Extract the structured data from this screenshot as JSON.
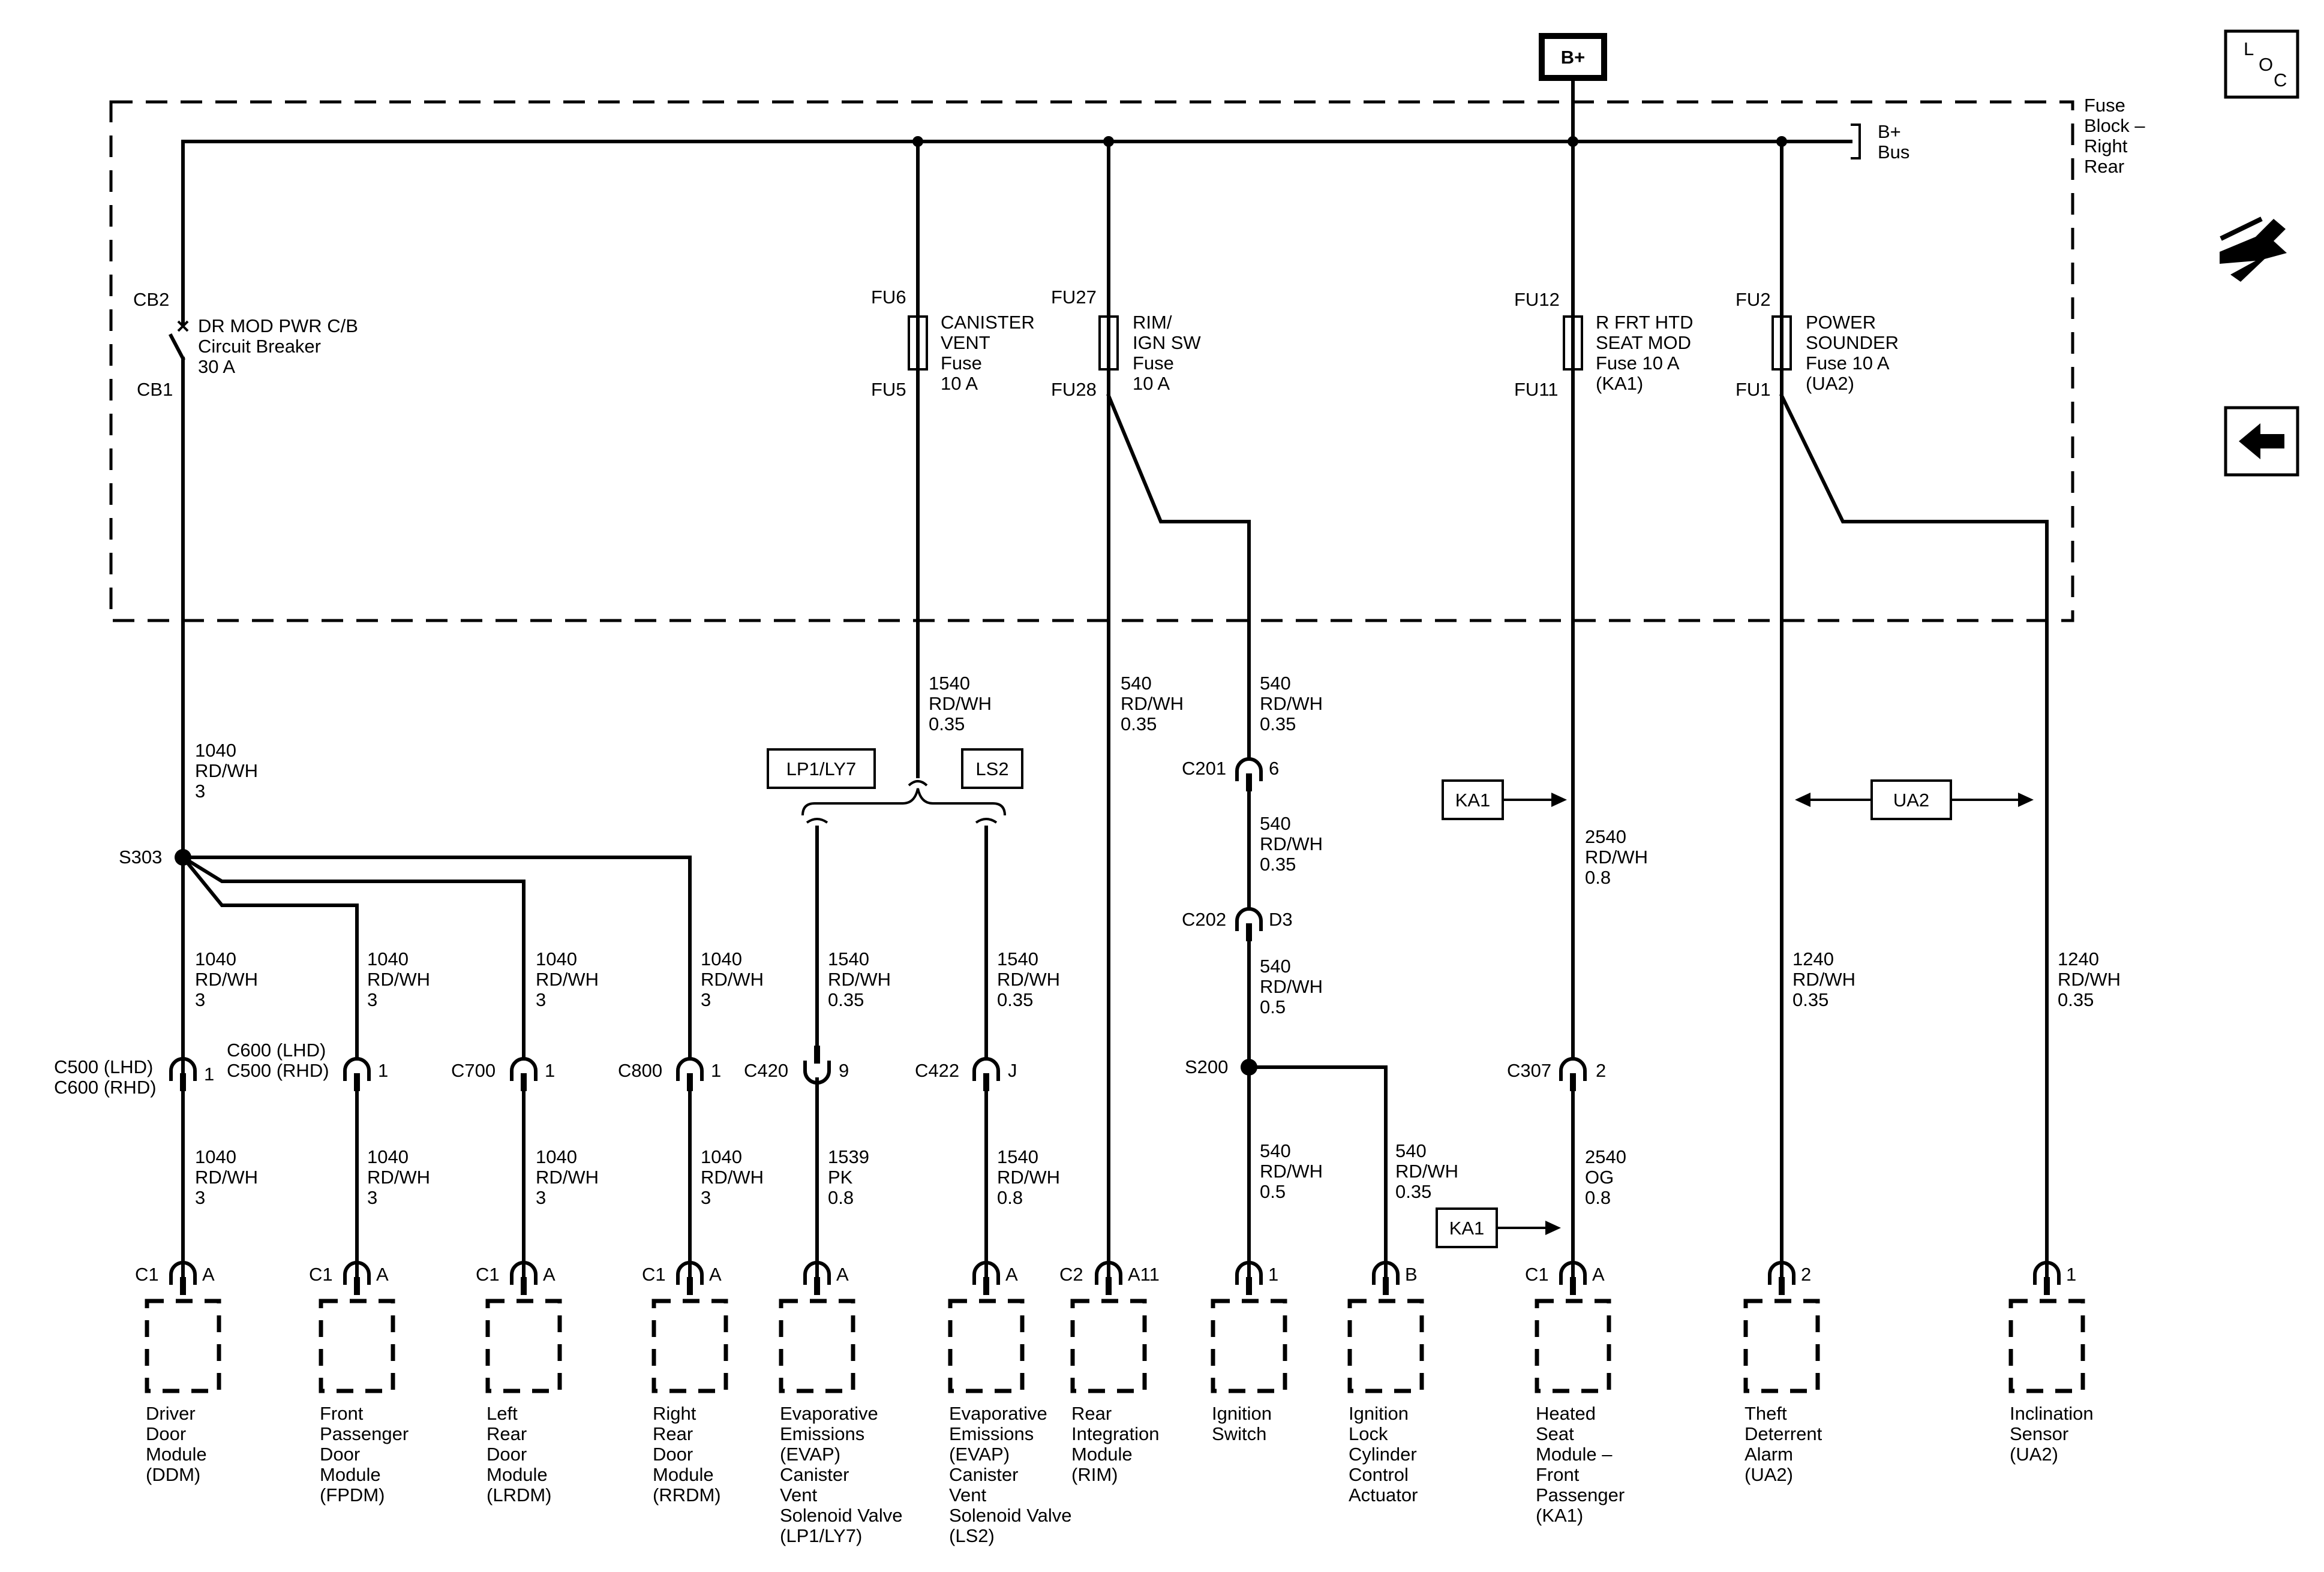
{
  "supply": {
    "label": "B+"
  },
  "fuse_block": {
    "name": [
      "Fuse",
      "Block –",
      "Right",
      "Rear"
    ],
    "bus": [
      "B+",
      "Bus"
    ]
  },
  "nav": {
    "loc": [
      "L",
      "O",
      "C"
    ]
  },
  "circuit_breaker": {
    "pin_top": "CB2",
    "pin_bottom": "CB1",
    "label": [
      "DR MOD PWR C/B",
      "Circuit Breaker",
      "30 A"
    ]
  },
  "fuses": [
    {
      "pin_top": "FU6",
      "pin_bottom": "FU5",
      "label": [
        "CANISTER",
        "VENT",
        "Fuse",
        "10 A"
      ]
    },
    {
      "pin_top": "FU27",
      "pin_bottom": "FU28",
      "label": [
        "RIM/",
        "IGN SW",
        "Fuse",
        "10 A"
      ]
    },
    {
      "pin_top": "FU12",
      "pin_bottom": "FU11",
      "label": [
        "R FRT HTD",
        "SEAT MOD",
        "Fuse 10 A",
        "(KA1)"
      ]
    },
    {
      "pin_top": "FU2",
      "pin_bottom": "FU1",
      "label": [
        "POWER",
        "SOUNDER",
        "Fuse 10 A",
        "(UA2)"
      ]
    }
  ],
  "options": {
    "lp1": "LP1/LY7",
    "ls2": "LS2",
    "ka1": "KA1",
    "ka1b": "KA1",
    "ua2": "UA2"
  },
  "splices": {
    "s303": "S303",
    "s200": "S200"
  },
  "wires": {
    "main": [
      "1040",
      "RD/WH",
      "3"
    ],
    "d1": [
      "1040",
      "RD/WH",
      "3"
    ],
    "d2": [
      "1040",
      "RD/WH",
      "3"
    ],
    "d3": [
      "1040",
      "RD/WH",
      "3"
    ],
    "d4": [
      "1040",
      "RD/WH",
      "3"
    ],
    "e1": [
      "1040",
      "RD/WH",
      "3"
    ],
    "e2": [
      "1040",
      "RD/WH",
      "3"
    ],
    "e3": [
      "1040",
      "RD/WH",
      "3"
    ],
    "e4": [
      "1040",
      "RD/WH",
      "3"
    ],
    "can": [
      "1540",
      "RD/WH",
      "0.35"
    ],
    "lp_up": [
      "1540",
      "RD/WH",
      "0.35"
    ],
    "lp_dn": [
      "1539",
      "PK",
      "0.8"
    ],
    "ls_up": [
      "1540",
      "RD/WH",
      "0.35"
    ],
    "ls_dn": [
      "1540",
      "RD/WH",
      "0.8"
    ],
    "rim": [
      "540",
      "RD/WH",
      "0.35"
    ],
    "ign1": [
      "540",
      "RD/WH",
      "0.35"
    ],
    "ign2": [
      "540",
      "RD/WH",
      "0.35"
    ],
    "ign3": [
      "540",
      "RD/WH",
      "0.5"
    ],
    "ign4": [
      "540",
      "RD/WH",
      "0.5"
    ],
    "ign5": [
      "540",
      "RD/WH",
      "0.35"
    ],
    "seat_up": [
      "2540",
      "RD/WH",
      "0.8"
    ],
    "seat_dn": [
      "2540",
      "OG",
      "0.8"
    ],
    "theft": [
      "1240",
      "RD/WH",
      "0.35"
    ],
    "incl": [
      "1240",
      "RD/WH",
      "0.35"
    ]
  },
  "connectors": {
    "c500": [
      "C500 (LHD)",
      "C600 (RHD)"
    ],
    "c500_pin": "1",
    "c600": [
      "C600 (LHD)",
      "C500 (RHD)"
    ],
    "c600_pin": "1",
    "c700": "C700",
    "c700_pin": "1",
    "c800": "C800",
    "c800_pin": "1",
    "c420": "C420",
    "c420_pin": "9",
    "c422": "C422",
    "c422_pin": "J",
    "c201": "C201",
    "c201_pin": "6",
    "c202": "C202",
    "c202_pin": "D3",
    "c307": "C307",
    "c307_pin": "2"
  },
  "modules": [
    {
      "conn": "C1",
      "pin": "A",
      "label": [
        "Driver",
        "Door",
        "Module",
        "(DDM)"
      ]
    },
    {
      "conn": "C1",
      "pin": "A",
      "label": [
        "Front",
        "Passenger",
        "Door",
        "Module",
        "(FPDM)"
      ]
    },
    {
      "conn": "C1",
      "pin": "A",
      "label": [
        "Left",
        "Rear",
        "Door",
        "Module",
        "(LRDM)"
      ]
    },
    {
      "conn": "C1",
      "pin": "A",
      "label": [
        "Right",
        "Rear",
        "Door",
        "Module",
        "(RRDM)"
      ]
    },
    {
      "conn": "",
      "pin": "A",
      "label": [
        "Evaporative",
        "Emissions",
        "(EVAP)",
        "Canister",
        "Vent",
        "Solenoid Valve",
        "(LP1/LY7)"
      ]
    },
    {
      "conn": "",
      "pin": "A",
      "label": [
        "Evaporative",
        "Emissions",
        "(EVAP)",
        "Canister",
        "Vent",
        "Solenoid Valve",
        "(LS2)"
      ]
    },
    {
      "conn": "C2",
      "pin": "A11",
      "label": [
        "Rear",
        "Integration",
        "Module",
        "(RIM)"
      ]
    },
    {
      "conn": "",
      "pin": "1",
      "label": [
        "Ignition",
        "Switch"
      ]
    },
    {
      "conn": "",
      "pin": "B",
      "label": [
        "Ignition",
        "Lock",
        "Cylinder",
        "Control",
        "Actuator"
      ]
    },
    {
      "conn": "C1",
      "pin": "A",
      "label": [
        "Heated",
        "Seat",
        "Module –",
        "Front",
        "Passenger",
        "(KA1)"
      ]
    },
    {
      "conn": "",
      "pin": "2",
      "label": [
        "Theft",
        "Deterrent",
        "Alarm",
        "(UA2)"
      ]
    },
    {
      "conn": "",
      "pin": "1",
      "label": [
        "Inclination",
        "Sensor",
        "(UA2)"
      ]
    }
  ]
}
